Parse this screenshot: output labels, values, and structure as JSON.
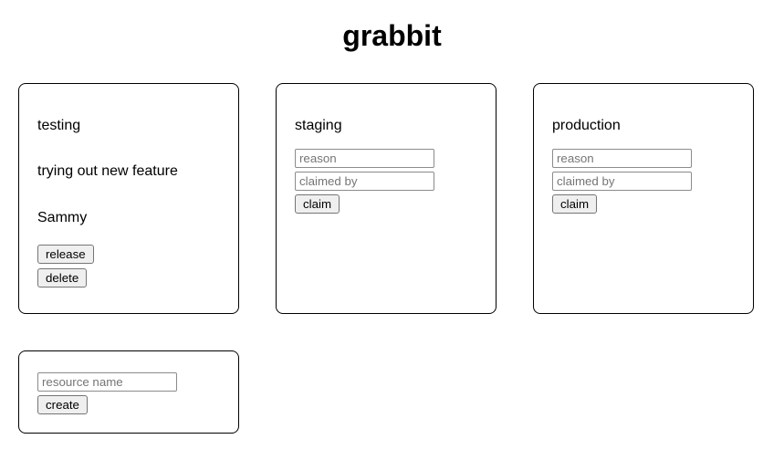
{
  "title": "grabbit",
  "colors": {
    "page_background": "#ffffff",
    "card_border": "#000000",
    "text": "#000000",
    "button_background": "#efefef",
    "button_border": "#757575",
    "input_border": "#8b8b8b",
    "placeholder_text": "#757575"
  },
  "cards": [
    {
      "name": "testing",
      "status": "claimed",
      "reason": "trying out new feature",
      "claimed_by": "Sammy",
      "release_label": "release",
      "delete_label": "delete"
    },
    {
      "name": "staging",
      "status": "unclaimed",
      "reason_placeholder": "reason",
      "reason_value": "",
      "claimed_by_placeholder": "claimed by",
      "claimed_by_value": "",
      "claim_label": "claim"
    },
    {
      "name": "production",
      "status": "unclaimed",
      "reason_placeholder": "reason",
      "reason_value": "",
      "claimed_by_placeholder": "claimed by",
      "claimed_by_value": "",
      "claim_label": "claim"
    }
  ],
  "create": {
    "name_placeholder": "resource name",
    "name_value": "",
    "create_label": "create"
  }
}
